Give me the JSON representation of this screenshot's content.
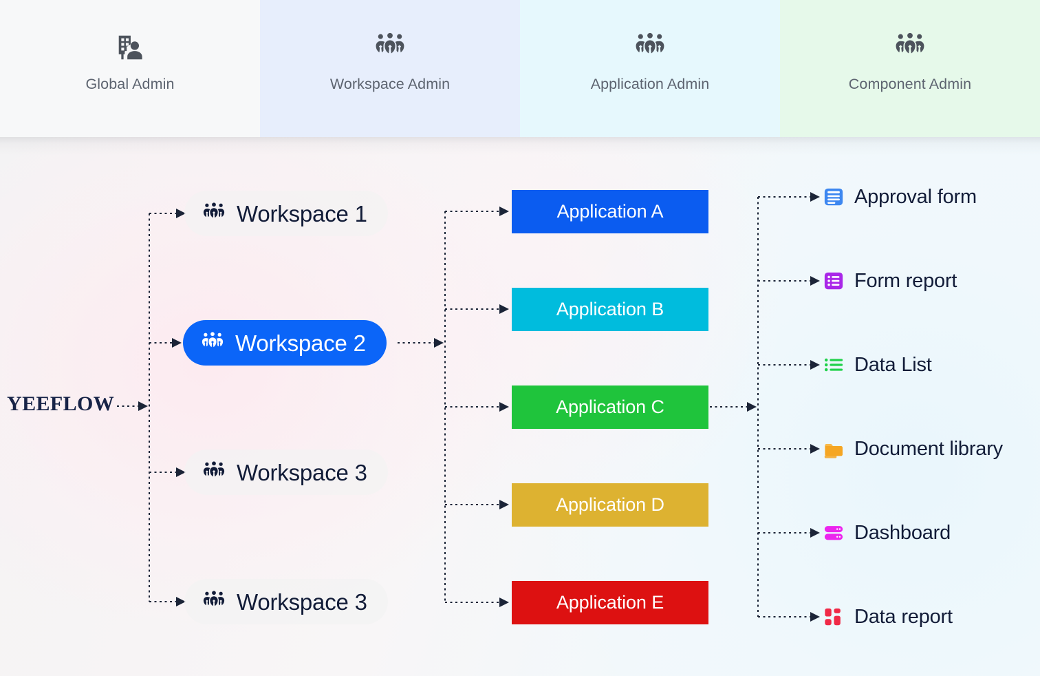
{
  "header": {
    "roles": [
      {
        "label": "Global Admin",
        "icon": "building-user-icon",
        "bg": "#f7f8f9"
      },
      {
        "label": "Workspace Admin",
        "icon": "users-group-icon",
        "bg": "#e7eefc"
      },
      {
        "label": "Application Admin",
        "icon": "users-group-icon",
        "bg": "#e6f8fd"
      },
      {
        "label": "Component Admin",
        "icon": "users-group-icon",
        "bg": "#e6f9ea"
      }
    ]
  },
  "brand": {
    "name": "YEEFLOW"
  },
  "workspaces": [
    {
      "label": "Workspace 1",
      "icon": "users-group-icon",
      "selected": false
    },
    {
      "label": "Workspace 2",
      "icon": "users-group-icon",
      "selected": true
    },
    {
      "label": "Workspace 3",
      "icon": "users-group-icon",
      "selected": false
    },
    {
      "label": "Workspace 3",
      "icon": "users-group-icon",
      "selected": false
    }
  ],
  "applications": [
    {
      "label": "Application A",
      "color": "#0b5cf0"
    },
    {
      "label": "Application B",
      "color": "#00bcdd"
    },
    {
      "label": "Application C",
      "color": "#1fc43c"
    },
    {
      "label": "Application D",
      "color": "#ddb231"
    },
    {
      "label": "Application E",
      "color": "#dd1111"
    }
  ],
  "components": [
    {
      "label": "Approval form",
      "icon": "approval-form-icon",
      "color": "#3d87f0"
    },
    {
      "label": "Form report",
      "icon": "form-report-icon",
      "color": "#a927e8"
    },
    {
      "label": "Data List",
      "icon": "data-list-icon",
      "color": "#20d14a"
    },
    {
      "label": "Document library",
      "icon": "document-library-icon",
      "color": "#f5a623"
    },
    {
      "label": "Dashboard",
      "icon": "dashboard-icon",
      "color": "#ec25ee"
    },
    {
      "label": "Data report",
      "icon": "data-report-icon",
      "color": "#f02a47"
    }
  ],
  "colors": {
    "accent": "#0b65f8",
    "text_dark": "#121c38",
    "text_muted": "#5d6470",
    "brand_navy": "#172347",
    "connector": "#1b2437"
  }
}
